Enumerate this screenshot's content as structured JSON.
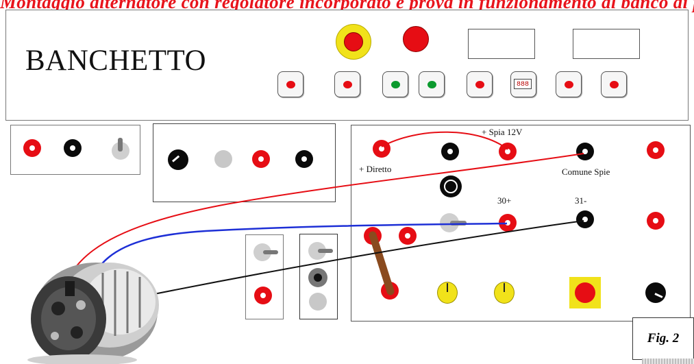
{
  "header": {
    "title": "Montaggio alternatore con regolatore incorporato e prova in funzionamento al banco di prova"
  },
  "bench": {
    "name": "BANCHETTO",
    "display_readout": "888"
  },
  "labels": {
    "direct": "+ Diretto",
    "lamp": "+ Spia 12V",
    "common": "Comune Spie",
    "b_plus": "30+",
    "ground": "31-"
  },
  "figure": {
    "caption": "Fig. 2"
  },
  "colors": {
    "red": "#e60d14",
    "black": "#0a0a0a",
    "yellow": "#f1e21a",
    "green": "#0b9a2e",
    "blue_wire": "#1d2fd6",
    "brown_link": "#8a4a1e"
  }
}
